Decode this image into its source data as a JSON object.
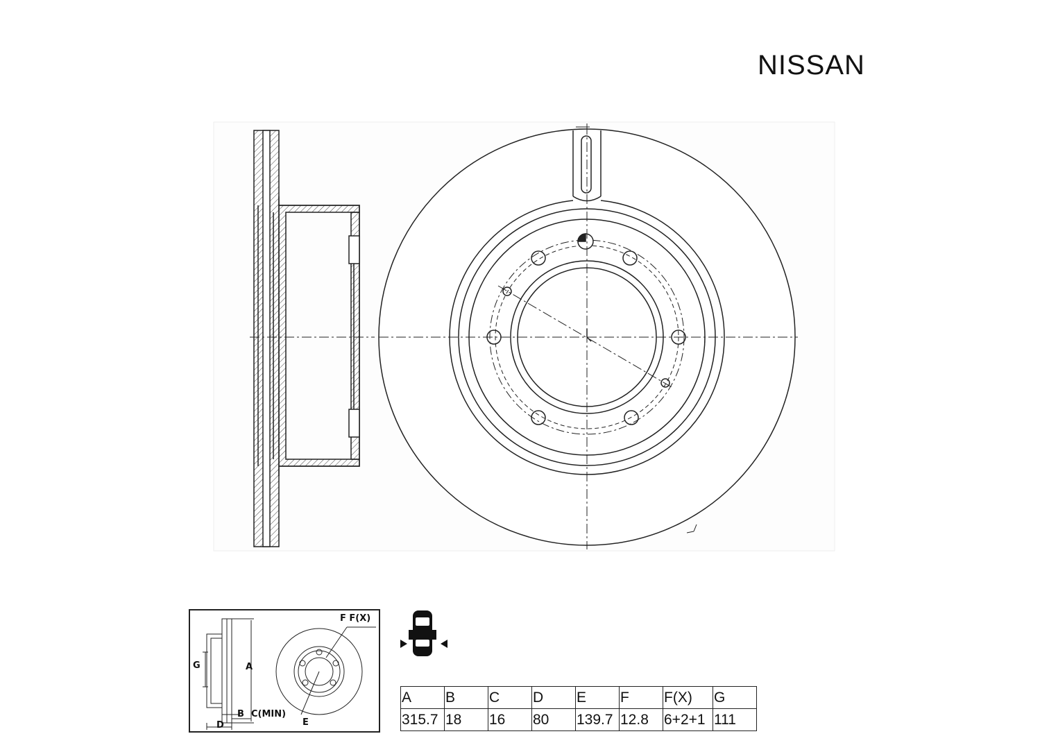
{
  "brand": "NISSAN",
  "mini_diagram": {
    "labels": {
      "f_fx": "F F(X)",
      "g": "G",
      "a": "A",
      "b": "B",
      "c_min": "C(MIN)",
      "d": "D",
      "e": "E"
    }
  },
  "icons": {
    "car": "car-rear-axle-icon"
  },
  "dimensions_table": {
    "headers": [
      "A",
      "B",
      "C",
      "D",
      "E",
      "F",
      "F(X)",
      "G"
    ],
    "values": [
      "315.7",
      "18",
      "16",
      "80",
      "139.7",
      "12.8",
      "6+2+1",
      "111"
    ]
  }
}
